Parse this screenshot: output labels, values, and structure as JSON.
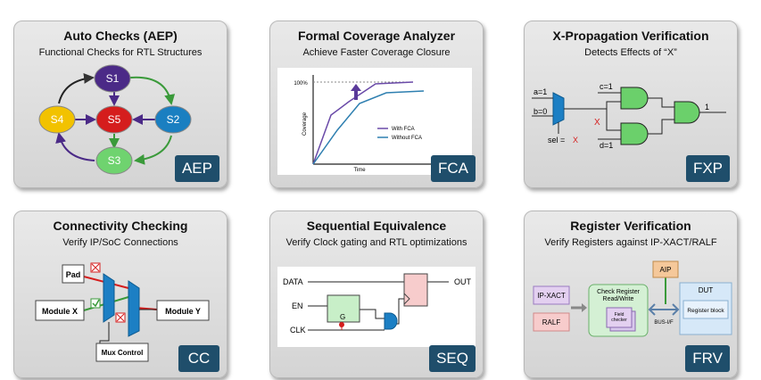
{
  "cards": [
    {
      "title": "Auto Checks (AEP)",
      "subtitle": "Functional Checks for RTL Structures",
      "tag": "AEP",
      "states": {
        "s1": "S1",
        "s2": "S2",
        "s3": "S3",
        "s4": "S4",
        "s5": "S5"
      }
    },
    {
      "title": "Formal Coverage Analyzer",
      "subtitle": "Achieve Faster Coverage Closure",
      "tag": "FCA",
      "chart": {
        "y_tick": "100%",
        "ylabel": "Coverage",
        "xlabel": "Time",
        "legend_with": "With FCA",
        "legend_without": "Without FCA"
      }
    },
    {
      "title": "X-Propagation Verification",
      "subtitle": "Detects Effects of “X”",
      "tag": "FXP",
      "labels": {
        "a": "a=1",
        "b": "b=0",
        "c": "c=1",
        "d": "d=1",
        "sel": "sel = ",
        "sel_x": "X",
        "x_mark": "X",
        "out": "1"
      }
    },
    {
      "title": "Connectivity Checking",
      "subtitle": "Verify IP/SoC Connections",
      "tag": "CC",
      "labels": {
        "pad": "Pad",
        "module_x": "Module X",
        "module_y": "Module Y",
        "mux": "Mux Control"
      }
    },
    {
      "title": "Sequential Equivalence",
      "subtitle": "Verify Clock gating and RTL optimizations",
      "tag": "SEQ",
      "labels": {
        "data": "DATA",
        "en": "EN",
        "clk": "CLK",
        "out": "OUT",
        "g": "G"
      }
    },
    {
      "title": "Register Verification",
      "subtitle": "Verify Registers against IP-XACT/RALF",
      "tag": "FRV",
      "labels": {
        "ipxact": "IP-XACT",
        "ralf": "RALF",
        "check": "Check Register\nRead/Write",
        "field": "Field\nchecker",
        "aip": "AIP",
        "dut": "DUT",
        "regblock": "Register block",
        "bus": "BUS-I/F"
      }
    }
  ],
  "colors": {
    "tag_bg": "#1f4e6b",
    "s1": "#4b2a87",
    "s2": "#1a7fc1",
    "s3": "#6fd36f",
    "s4": "#f2c200",
    "s5": "#d51d1d",
    "gate": "#6bd06b",
    "mux": "#1c7fc4"
  }
}
